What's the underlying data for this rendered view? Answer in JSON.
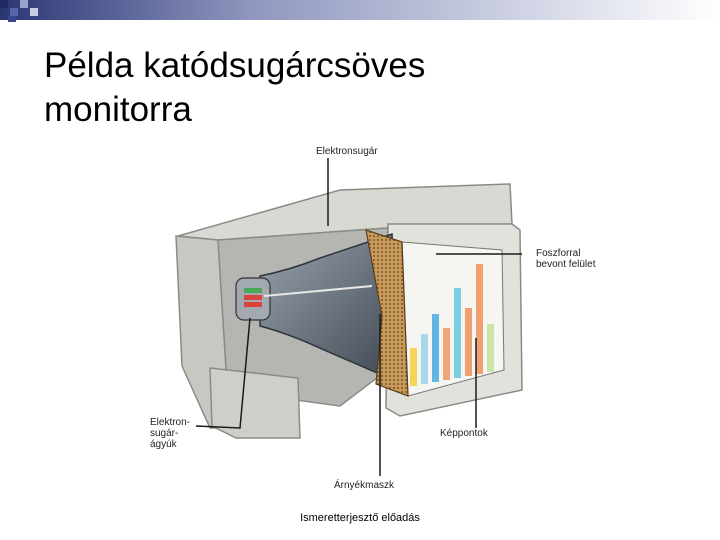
{
  "slide": {
    "title_lines": [
      "Példa katódsugárcsöves",
      "monitorra"
    ],
    "footer": "Ismeretterjesztő előadás"
  },
  "diagram": {
    "labels": {
      "electron_beam": "Elektronsugár",
      "phosphor_lines": [
        "Foszforral",
        "bevont felület"
      ],
      "gun_lines": [
        "Elektron-",
        "sugár-",
        "ágyúk"
      ],
      "pixels": "Képpontok",
      "shadow_mask": "Árnyékmaszk"
    }
  },
  "colors": {
    "band_dark": "#1f2a63",
    "band_light": "#e6e8f1",
    "bar_colors": [
      "#f4d45a",
      "#a7d7e8",
      "#60b5e2",
      "#f2a47a",
      "#7ccfe0",
      "#f3a070",
      "#c9e6a5"
    ]
  }
}
